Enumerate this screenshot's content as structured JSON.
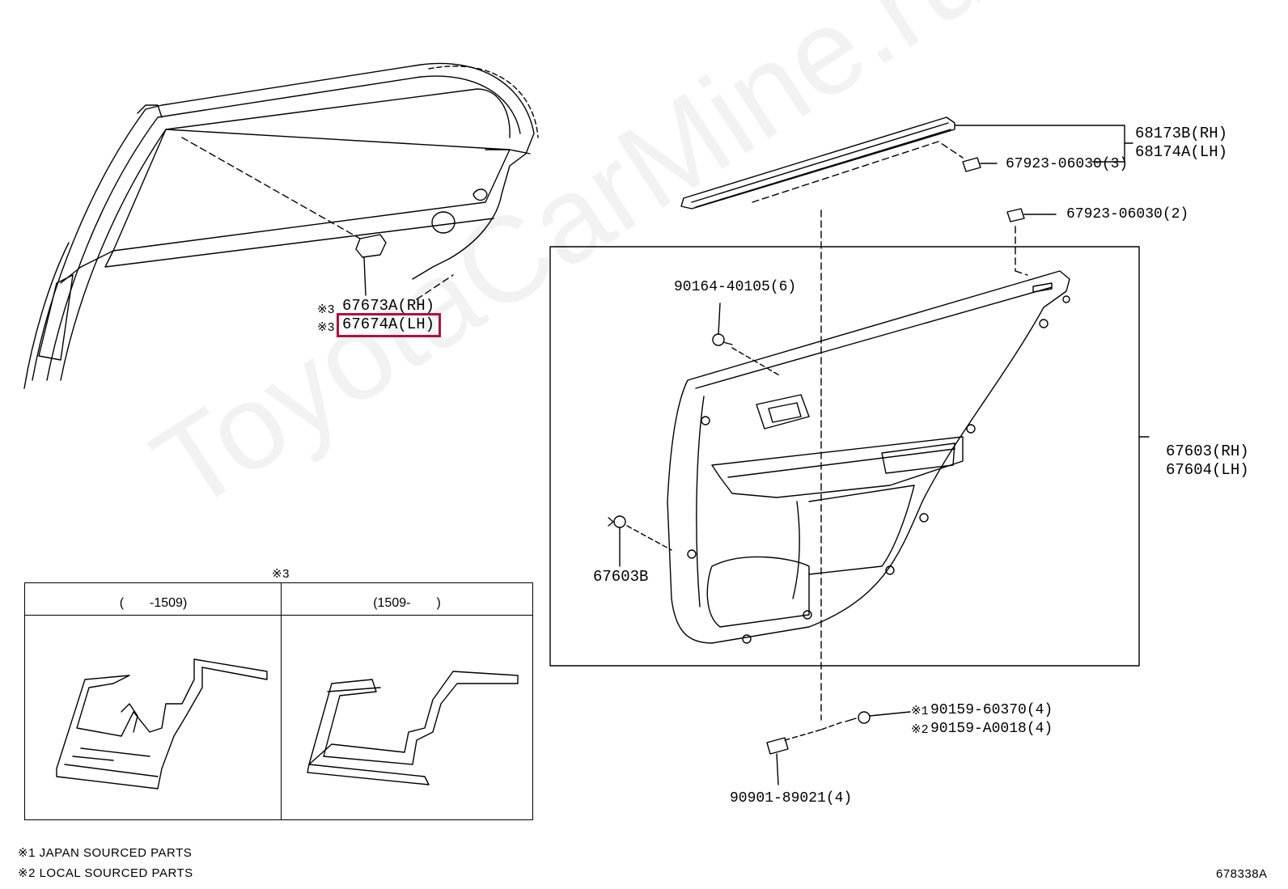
{
  "watermark": "ToyotaCarMine.ru",
  "callouts": {
    "glass_run_rh": "67673A(RH)",
    "glass_run_lh": "67674A(LH)",
    "glass_run_mark_1": "※3",
    "glass_run_mark_2": "※3",
    "belt_rh": "68173B(RH)",
    "belt_lh": "68174A(LH)",
    "clip_a": "67923-06030(3)",
    "clip_b": "67923-06030(2)",
    "screw": "90164-40105(6)",
    "trim_rh": "67603(RH)",
    "trim_lh": "67604(LH)",
    "clip_c": "67603B",
    "bolt_1_mark": "※1",
    "bolt_1": "90159-60370(4)",
    "bolt_2_mark": "※2",
    "bolt_2": "90159-A0018(4)",
    "retainer": "90901-89021(4)"
  },
  "inset": {
    "mark": "※3",
    "left_caption": "(　　-1509)",
    "right_caption": "(1509-　　)"
  },
  "footnotes": {
    "note_1": "※1 JAPAN SOURCED PARTS",
    "note_2": "※2 LOCAL SOURCED PARTS"
  },
  "diagram_id": "678338A",
  "highlight_color": "#b0103a"
}
